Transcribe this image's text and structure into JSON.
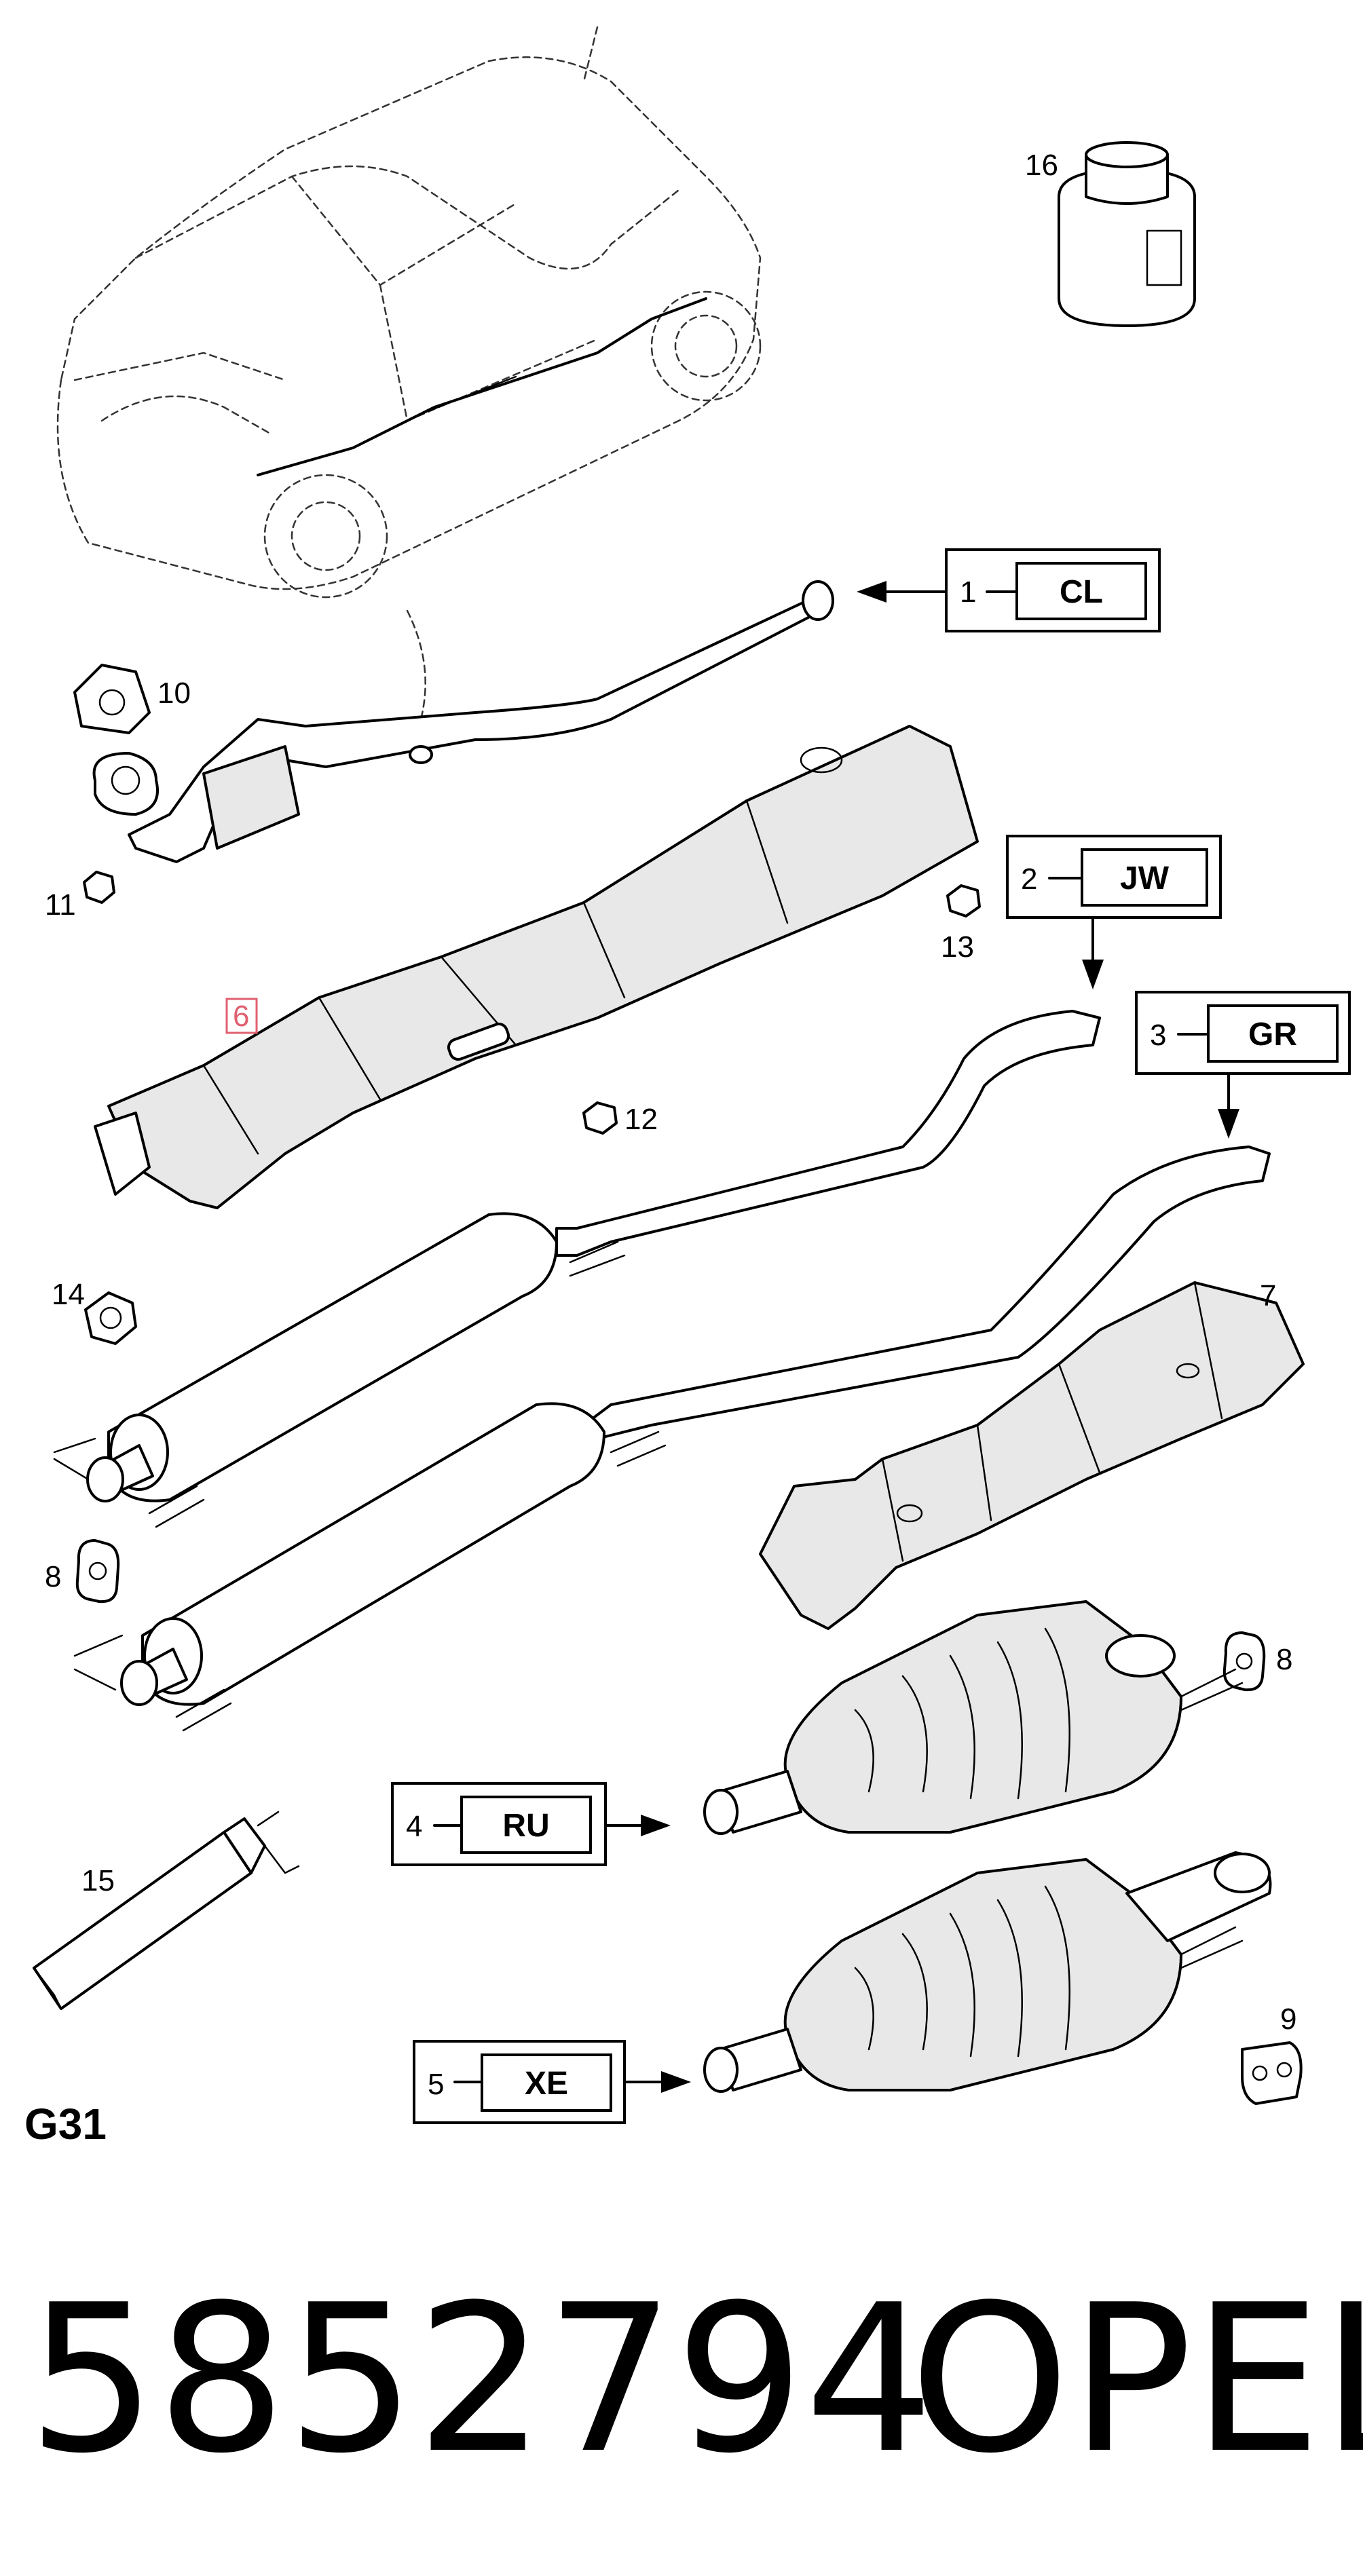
{
  "diagram": {
    "sheet_code": "G31",
    "part_number": "5852794",
    "brand": "OPEL"
  },
  "callouts": [
    {
      "id": "1",
      "code": "CL"
    },
    {
      "id": "2",
      "code": "JW"
    },
    {
      "id": "3",
      "code": "GR"
    },
    {
      "id": "4",
      "code": "RU"
    },
    {
      "id": "5",
      "code": "XE"
    }
  ],
  "labels": {
    "p6": "6",
    "p7": "7",
    "p8a": "8",
    "p8b": "8",
    "p9": "9",
    "p10": "10",
    "p11": "11",
    "p12": "12",
    "p13": "13",
    "p14": "14",
    "p15": "15",
    "p16": "16"
  },
  "colors": {
    "highlight": "#e06070"
  }
}
